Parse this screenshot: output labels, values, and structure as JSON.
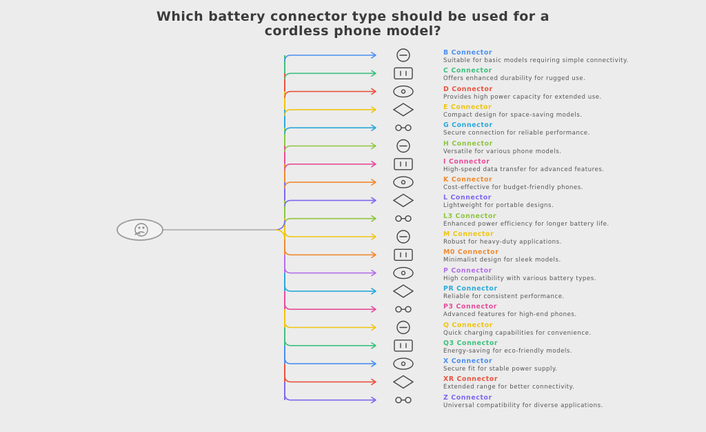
{
  "title_lines": [
    "Which battery connector type should be used for a",
    "cordless phone model?"
  ],
  "root_icon": "thinking-face-icon",
  "items": [
    {
      "label": "B Connector",
      "desc": "Suitable for basic models requiring simple connectivity.",
      "color": "#4a8ef0",
      "icon": "b-connector-icon"
    },
    {
      "label": "C Connector",
      "desc": "Offers enhanced durability for rugged use.",
      "color": "#3cc17c",
      "icon": "c-connector-icon"
    },
    {
      "label": "D Connector",
      "desc": "Provides high power capacity for extended use.",
      "color": "#e8533f",
      "icon": "d-connector-icon"
    },
    {
      "label": "E Connector",
      "desc": "Compact design for space-saving models.",
      "color": "#efc50f",
      "icon": "e-connector-icon"
    },
    {
      "label": "G Connector",
      "desc": "Secure connection for reliable performance.",
      "color": "#29a9d9",
      "icon": "g-connector-icon"
    },
    {
      "label": "H Connector",
      "desc": "Versatile for various phone models.",
      "color": "#8dc63f",
      "icon": "h-connector-icon"
    },
    {
      "label": "I Connector",
      "desc": "High-speed data transfer for advanced features.",
      "color": "#e64c9a",
      "icon": "i-connector-icon"
    },
    {
      "label": "K Connector",
      "desc": "Cost-effective for budget-friendly phones.",
      "color": "#f08a2f",
      "icon": "k-connector-icon"
    },
    {
      "label": "L Connector",
      "desc": "Lightweight for portable designs.",
      "color": "#7b68ee",
      "icon": "l-connector-icon"
    },
    {
      "label": "L3 Connector",
      "desc": "Enhanced power efficiency for longer battery life.",
      "color": "#8dc63f",
      "icon": "l3-connector-icon"
    },
    {
      "label": "M Connector",
      "desc": "Robust for heavy-duty applications.",
      "color": "#efc50f",
      "icon": "m-connector-icon"
    },
    {
      "label": "M0 Connector",
      "desc": "Minimalist design for sleek models.",
      "color": "#f08a2f",
      "icon": "m0-connector-icon"
    },
    {
      "label": "P Connector",
      "desc": "High compatibility with various battery types.",
      "color": "#b36ee8",
      "icon": "p-connector-icon"
    },
    {
      "label": "PR Connector",
      "desc": "Reliable for consistent performance.",
      "color": "#29a9d9",
      "icon": "pr-connector-icon"
    },
    {
      "label": "P3 Connector",
      "desc": "Advanced features for high-end phones.",
      "color": "#e64c9a",
      "icon": "p3-connector-icon"
    },
    {
      "label": "Q Connector",
      "desc": "Quick charging capabilities for convenience.",
      "color": "#efc50f",
      "icon": "q-connector-icon"
    },
    {
      "label": "Q3 Connector",
      "desc": "Energy-saving for eco-friendly models.",
      "color": "#3cc17c",
      "icon": "q3-connector-icon"
    },
    {
      "label": "X Connector",
      "desc": "Secure fit for stable power supply.",
      "color": "#4a8ef0",
      "icon": "x-connector-icon"
    },
    {
      "label": "XR Connector",
      "desc": "Extended range for better connectivity.",
      "color": "#e8533f",
      "icon": "xr-connector-icon"
    },
    {
      "label": "Z Connector",
      "desc": "Universal compatibility for diverse applications.",
      "color": "#7b68ee",
      "icon": "z-connector-icon"
    }
  ]
}
